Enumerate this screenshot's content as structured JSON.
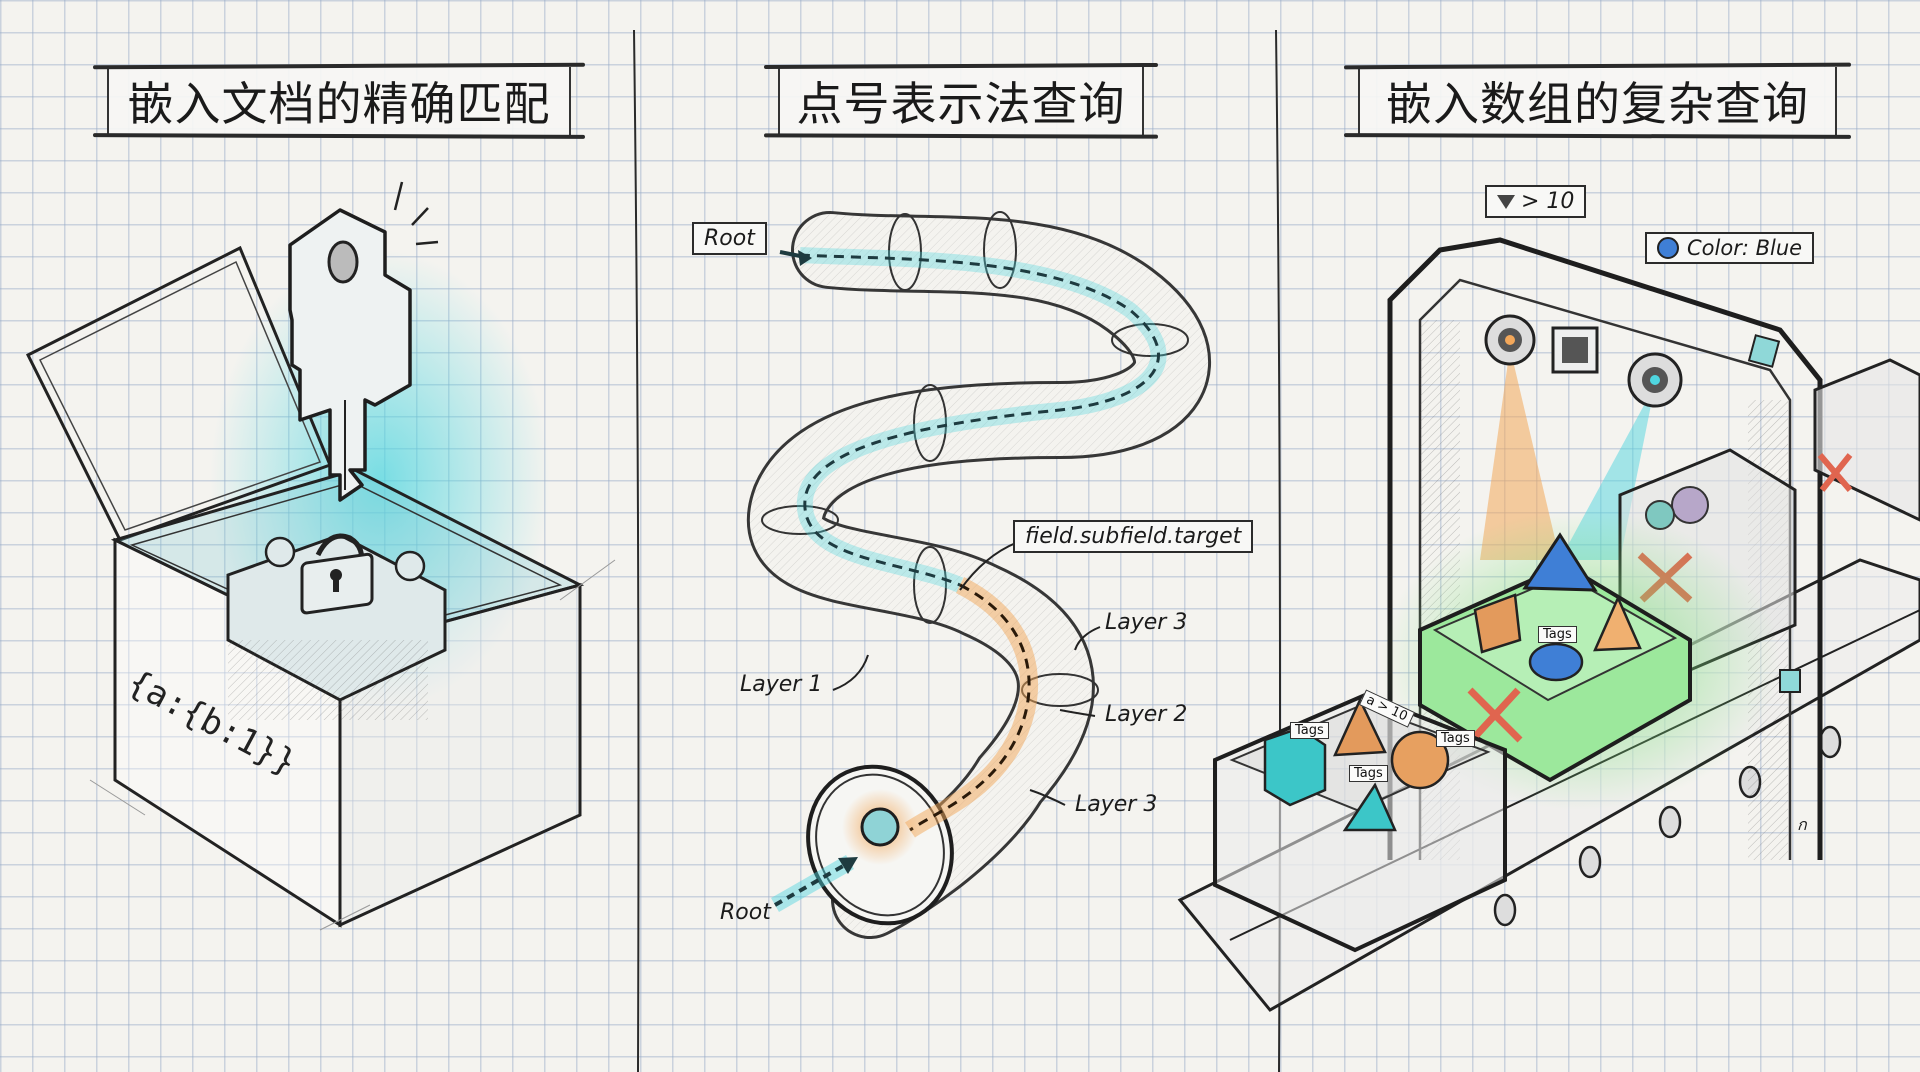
{
  "panels": [
    {
      "title": "嵌入文档的精确匹配",
      "code_label": "{a:{b:1}}"
    },
    {
      "title": "点号表示法查询",
      "labels": {
        "root_top": "Root",
        "root_bottom": "Root",
        "path": "field.subfield.target",
        "layer_1": "Layer 1",
        "layer_3_top": "Layer 3",
        "layer_2": "Layer 2",
        "layer_3_bottom": "Layer 3"
      }
    },
    {
      "title": "嵌入数组的复杂查询",
      "filter_callout": "> 10",
      "color_callout": "Color: Blue",
      "tags": [
        "Tags",
        "Tags",
        "Tags",
        "Tags"
      ],
      "condition_label": "a > 10"
    }
  ],
  "colors": {
    "paper": "#f4f3ef",
    "grid": "#9aaac8",
    "ink": "#1b1b1b",
    "cyan_glow": "#4fd6e0",
    "orange_glow": "#f2a75a",
    "green_box": "#7fe07f",
    "blue_shape": "#3f7fd6",
    "red_x": "#e0654f"
  }
}
